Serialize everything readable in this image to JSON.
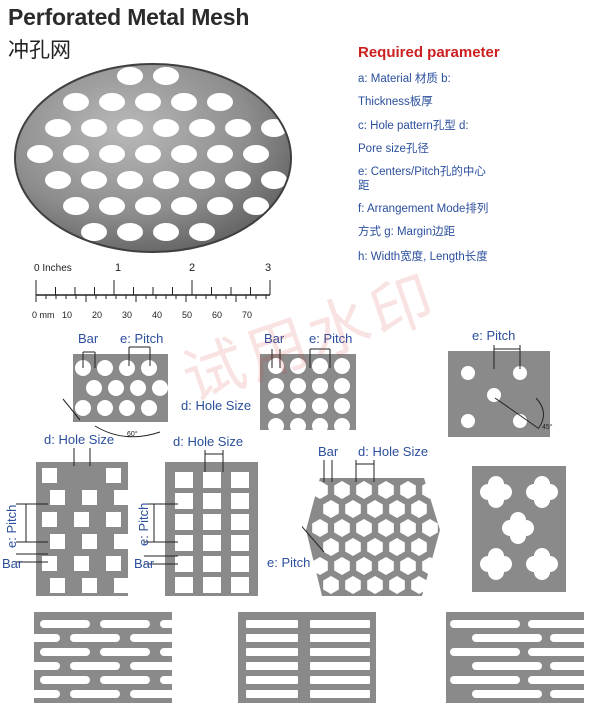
{
  "title": "Perforated Metal Mesh",
  "subtitle": "冲孔网",
  "required": {
    "title": "Required parameter",
    "lines": [
      "a: Material 材质 b:",
      "Thickness板厚",
      "c: Hole pattern孔型   d:",
      "Pore size孔径",
      "e: Centers/Pitch孔的中心",
      "距",
      "f: Arrangement Mode排列",
      "方式  g: Margin边距",
      "h: Width宽度, Length长度"
    ]
  },
  "ruler": {
    "inch_title": "0 Inches",
    "inch_labels": [
      "1",
      "2",
      "3"
    ],
    "mm_labels": [
      "0  mm",
      "10",
      "20",
      "30",
      "40",
      "50",
      "60",
      "70"
    ]
  },
  "labels": {
    "bar": "Bar",
    "pitch": "e: Pitch",
    "hole_size": "d: Hole Size",
    "angle": "60°",
    "angle45": "45°"
  },
  "watermark": "试用水印",
  "colors": {
    "accent_red": "#cc1f1f",
    "label_blue": "#2b4f9c",
    "metal_gray": "#8a8a8a"
  }
}
